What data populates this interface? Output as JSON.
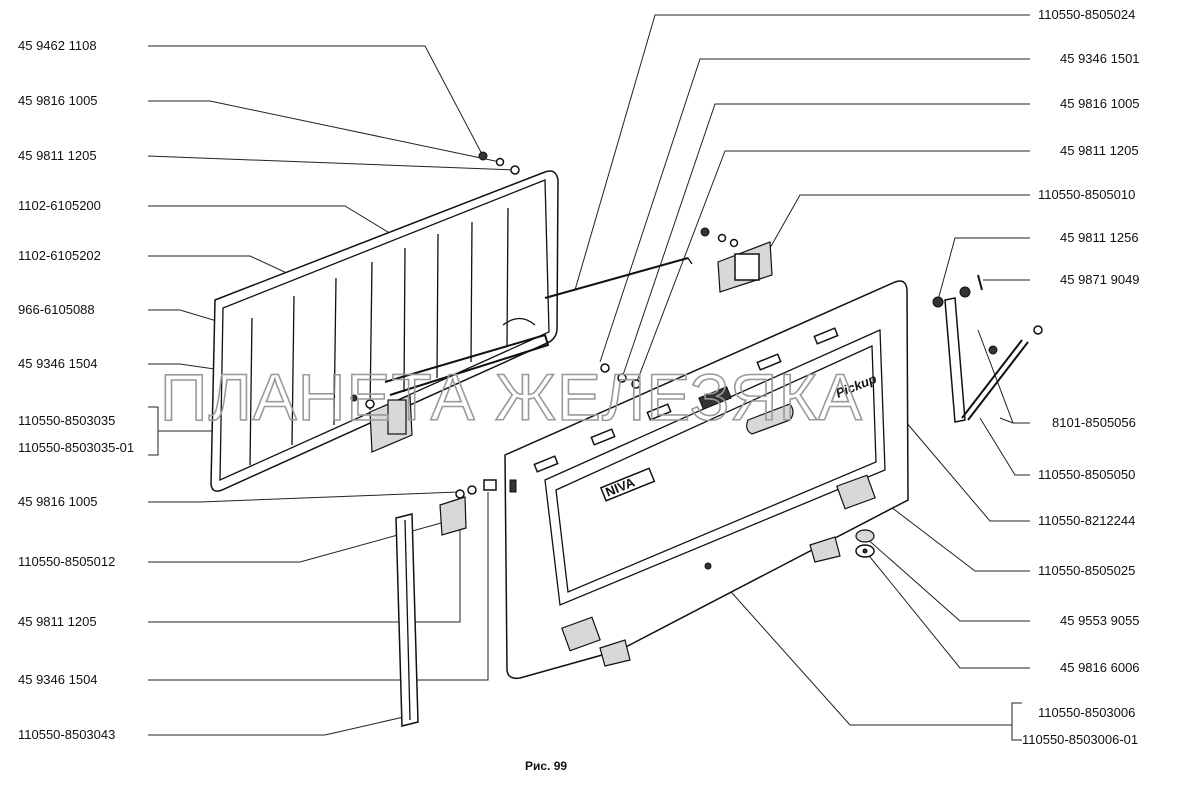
{
  "labels_left": [
    {
      "id": "l1",
      "text": "45 9462 1108"
    },
    {
      "id": "l2",
      "text": "45 9816 1005"
    },
    {
      "id": "l3",
      "text": "45 9811 1205"
    },
    {
      "id": "l4",
      "text": "1102-6105200"
    },
    {
      "id": "l5",
      "text": "1102-6105202"
    },
    {
      "id": "l6",
      "text": "966-6105088"
    },
    {
      "id": "l7",
      "text": "45 9346 1504"
    },
    {
      "id": "l8a",
      "text": "110550-8503035"
    },
    {
      "id": "l8b",
      "text": "110550-8503035-01"
    },
    {
      "id": "l9",
      "text": "45 9816 1005"
    },
    {
      "id": "l10",
      "text": "110550-8505012"
    },
    {
      "id": "l11",
      "text": "45 9811 1205"
    },
    {
      "id": "l12",
      "text": "45 9346 1504"
    },
    {
      "id": "l13",
      "text": "110550-8503043"
    }
  ],
  "labels_right": [
    {
      "id": "r1",
      "text": "110550-8505024"
    },
    {
      "id": "r2",
      "text": "45 9346 1501"
    },
    {
      "id": "r3",
      "text": "45 9816 1005"
    },
    {
      "id": "r4",
      "text": "45 9811 1205"
    },
    {
      "id": "r5",
      "text": "110550-8505010"
    },
    {
      "id": "r6",
      "text": "45 9811 1256"
    },
    {
      "id": "r7",
      "text": "45 9871 9049"
    },
    {
      "id": "r8",
      "text": "8101-8505056"
    },
    {
      "id": "r9",
      "text": "110550-8505050"
    },
    {
      "id": "r10",
      "text": "110550-8212244"
    },
    {
      "id": "r11",
      "text": "110550-8505025"
    },
    {
      "id": "r12",
      "text": "45 9553 9055"
    },
    {
      "id": "r13",
      "text": "45 9816 6006"
    },
    {
      "id": "r14a",
      "text": "110550-8503006"
    },
    {
      "id": "r14b",
      "text": "110550-8503006-01"
    }
  ],
  "caption": "Рис. 99",
  "watermark": "ПЛАНЕТА ЖЕЛЕЗЯКА",
  "emblem_text": "Pickup",
  "badge_text": "NIVA",
  "colors": {
    "ink": "#111111",
    "watermark": "#9a9a9a",
    "background": "#ffffff"
  }
}
